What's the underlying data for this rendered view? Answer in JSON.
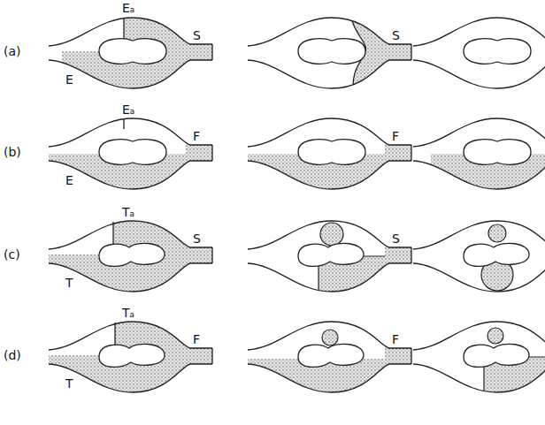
{
  "diagram": {
    "labels": [
      "(a)",
      "Eₐ",
      "E",
      "S",
      "S",
      "(b)",
      "Eₐ",
      "E",
      "F",
      "F",
      "(c)",
      "Tₐ",
      "T",
      "S",
      "S",
      "(d)",
      "Tₐ",
      "T",
      "F",
      "F"
    ]
  }
}
